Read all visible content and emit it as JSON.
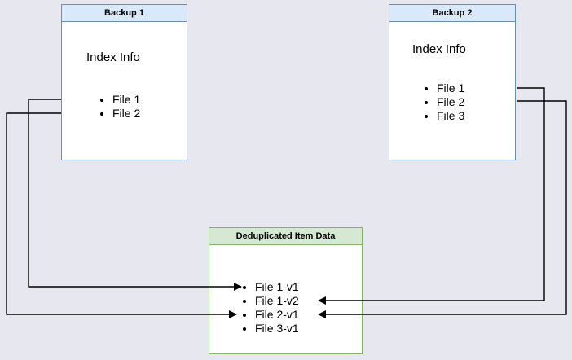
{
  "diagram": {
    "background_color": "#e7e7f0",
    "colors": {
      "backup_border": "#6c8ebf",
      "backup_header_fill": "#dae8fc",
      "dedup_border": "#82b366",
      "dedup_header_fill": "#d5e8d4",
      "arrow": "#000000",
      "box_fill": "#ffffff"
    },
    "backup1": {
      "title": "Backup 1",
      "info_label": "Index Info",
      "files": [
        "File 1",
        "File 2"
      ]
    },
    "backup2": {
      "title": "Backup 2",
      "info_label": "Index Info",
      "files": [
        "File 1",
        "File 2",
        "File 3"
      ]
    },
    "dedup": {
      "title": "Deduplicated Item Data",
      "items": [
        "File 1-v1",
        "File 1-v2",
        "File 2-v1",
        "File 3-v1"
      ]
    },
    "arrows": [
      {
        "from": "Backup 1 / File 1",
        "to": "File 1-v1"
      },
      {
        "from": "Backup 1 / File 2",
        "to": "File 2-v1"
      },
      {
        "from": "Backup 2 / File 1",
        "to": "File 1-v2"
      },
      {
        "from": "Backup 2 / File 2",
        "to": "File 2-v1"
      }
    ]
  }
}
